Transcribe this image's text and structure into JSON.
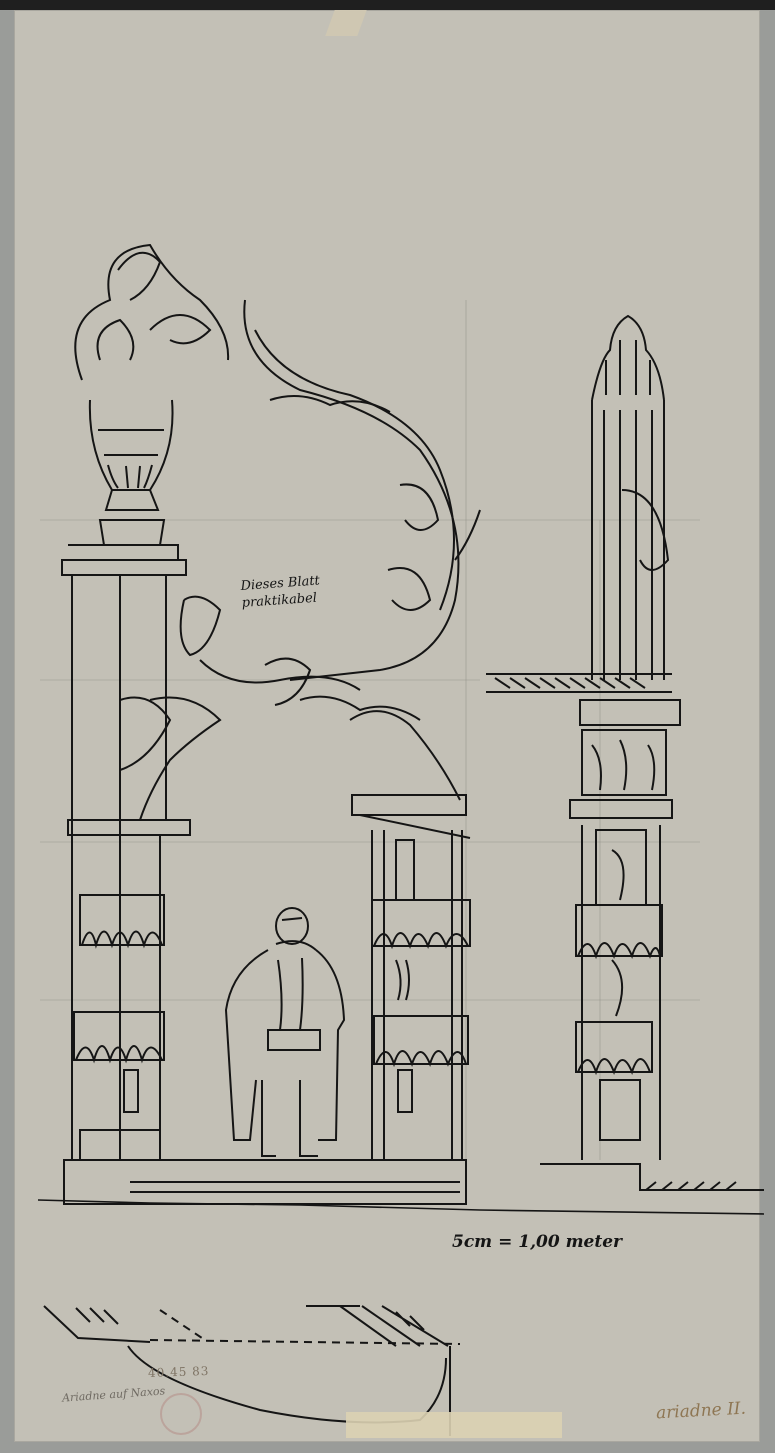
{
  "drawing": {
    "annotation_note": "Dieses Blatt praktikabel",
    "scale_label": "5cm = 1,00 meter",
    "signature": "ariadne II.",
    "stamp_number": "40.45 83",
    "archive_note": "Ariadne auf Naxos",
    "colors": {
      "paper": "#c3c0b6",
      "ink": "#151515",
      "pencil": "#6f6d67",
      "signature_pencil": "#8e7653"
    }
  }
}
